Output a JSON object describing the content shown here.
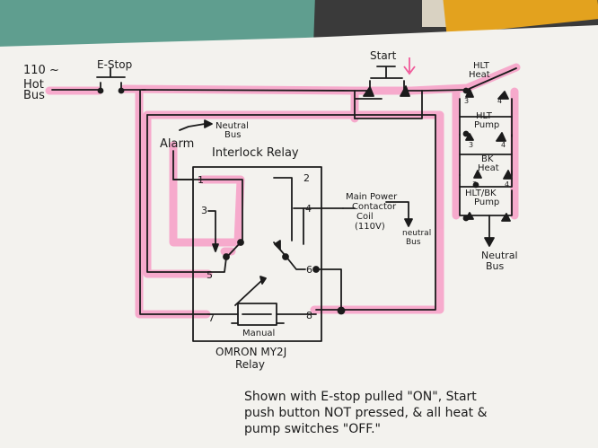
{
  "labels": {
    "voltage": "110 ~",
    "hot_bus": "Hot\nBus",
    "estop": "E-Stop",
    "start": "Start",
    "hlt_heat": "HLT\nHeat",
    "hlt_pump": "HLT\nPump",
    "bk_heat": "BK\nHeat",
    "hlt_bk_pump": "HLT/BK\nPump",
    "neutral_bus_right": "Neutral\nBus",
    "neutral_bus_top": "Neutral\nBus",
    "alarm": "Alarm",
    "interlock_relay": "Interlock Relay",
    "main_power": "Main Power\nContactor\nCoil\n(110V)",
    "neutral_bus_mid": "neutral\nBus",
    "manual": "Manual",
    "relay_model": "OMRON MY2J\nRelay",
    "note": "Shown with E-stop pulled \"ON\", Start\npush button NOT pressed, & all heat &\npump switches \"OFF.\""
  },
  "pins": {
    "p1": "1",
    "p2": "2",
    "p3": "3",
    "p4": "4",
    "p5": "5",
    "p6": "6",
    "p7": "7",
    "p8": "8"
  },
  "switch_pins": {
    "a": "3",
    "b": "4"
  },
  "colors": {
    "paper": "#f4f3f0",
    "ink": "#1b1b1b",
    "highlight": "#f7a3c9",
    "arrow_pink": "#f05a9a"
  }
}
